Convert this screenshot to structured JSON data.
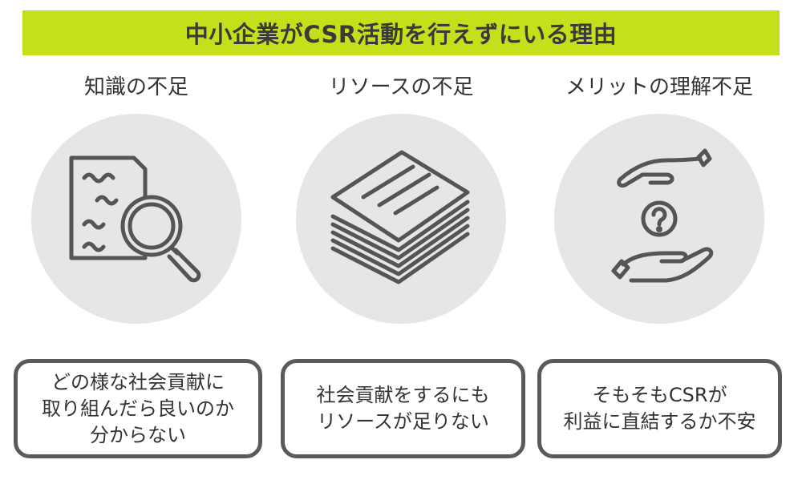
{
  "title": "中小企業がCSR活動を行えずにいる理由",
  "columns": [
    {
      "heading": "知識の不足",
      "icon": "document-magnifier-icon",
      "lines": [
        "どの様な社会貢献に",
        "取り組んだら良いのか",
        "分からない"
      ]
    },
    {
      "heading": "リソースの不足",
      "icon": "paper-stack-icon",
      "lines": [
        "社会貢献をするにも",
        "リソースが足りない"
      ]
    },
    {
      "heading": "メリットの理解不足",
      "icon": "hands-question-icon",
      "lines": [
        "そもそもCSRが",
        "利益に直結するか不安"
      ]
    }
  ],
  "colors": {
    "banner": "#c5e01a",
    "circle": "#e6e6e6",
    "border": "#5a5a5a"
  }
}
